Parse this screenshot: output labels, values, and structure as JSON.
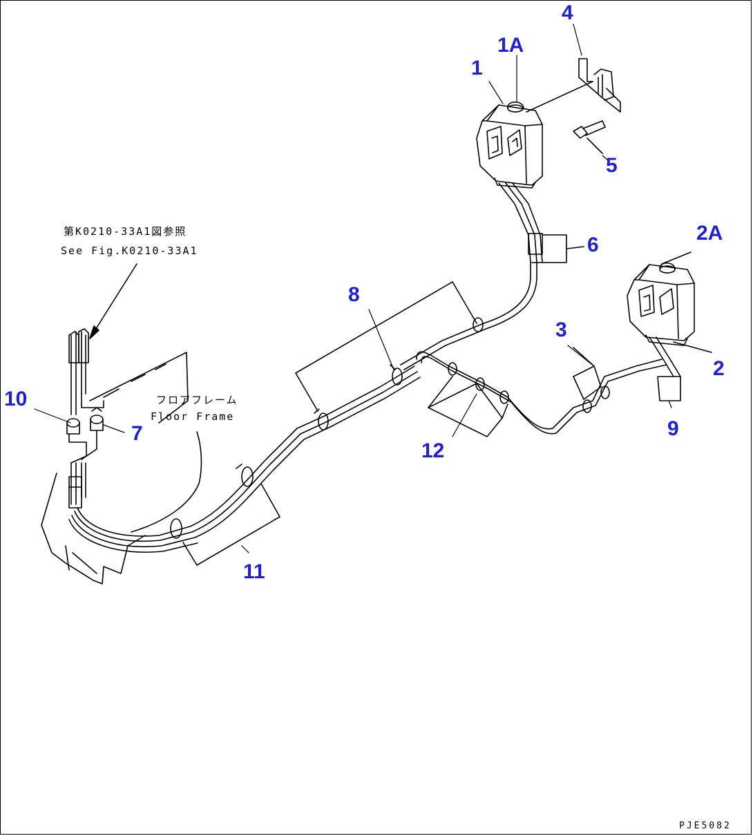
{
  "callouts": {
    "c1": "1",
    "c1a": "1A",
    "c2": "2",
    "c2a": "2A",
    "c3": "3",
    "c4": "4",
    "c5": "5",
    "c6": "6",
    "c7": "7",
    "c8": "8",
    "c9": "9",
    "c10": "10",
    "c11": "11",
    "c12": "12"
  },
  "notes": {
    "see_fig_jp": "第K0210-33A1図参照",
    "see_fig_en": "See Fig.K0210-33A1",
    "floor_frame_jp": "フロアフレーム",
    "floor_frame_en": "Floor Frame"
  },
  "drawing_code": "PJE5082",
  "colors": {
    "callout": "#1f1fd6",
    "line": "#000000",
    "background": "#ffffff"
  }
}
